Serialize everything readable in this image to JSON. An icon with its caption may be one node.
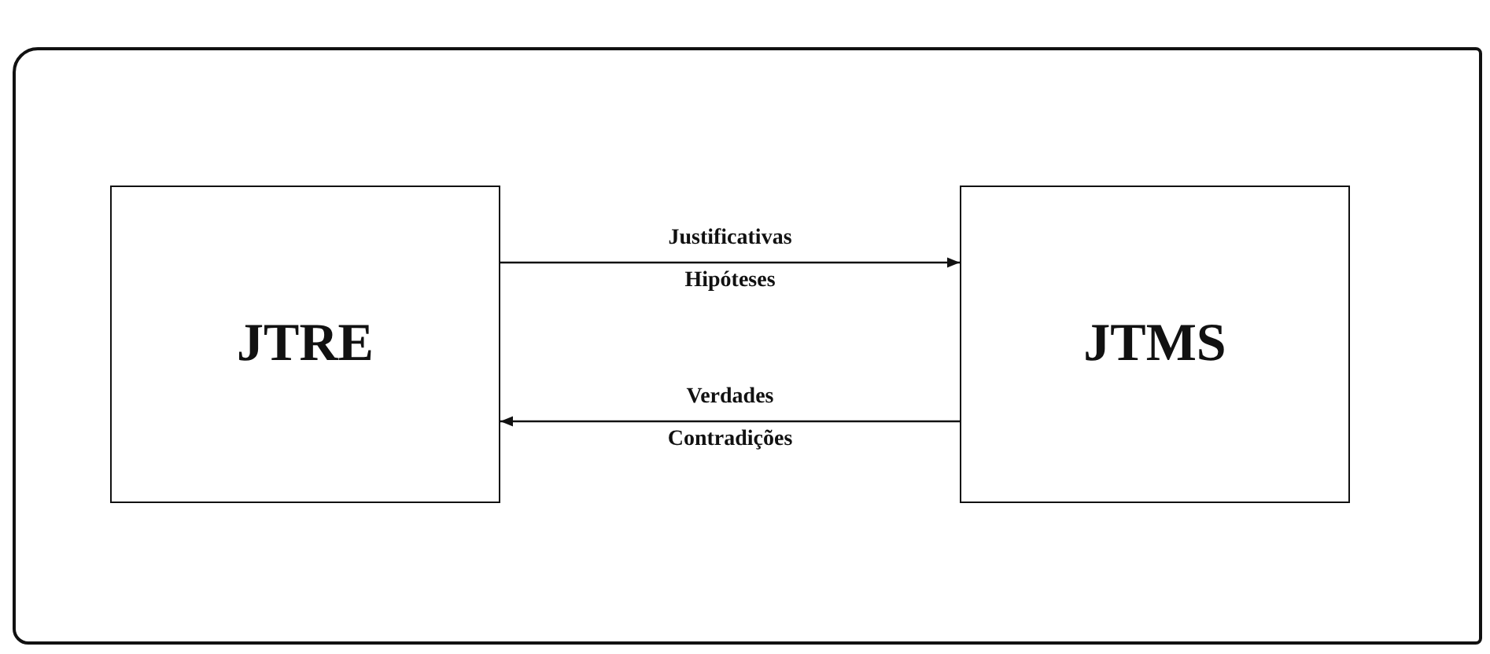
{
  "diagram": {
    "nodes": [
      {
        "text": [
          "JTRE"
        ]
      },
      {
        "text": [
          "JTMS"
        ]
      }
    ],
    "edges": [
      {
        "from": 0,
        "to": 1,
        "arrow": "to",
        "label": "Justificativas Hipóteses"
      },
      {
        "from": 1,
        "to": 0,
        "arrow": "to",
        "label": "Verdades Contradições"
      }
    ]
  }
}
